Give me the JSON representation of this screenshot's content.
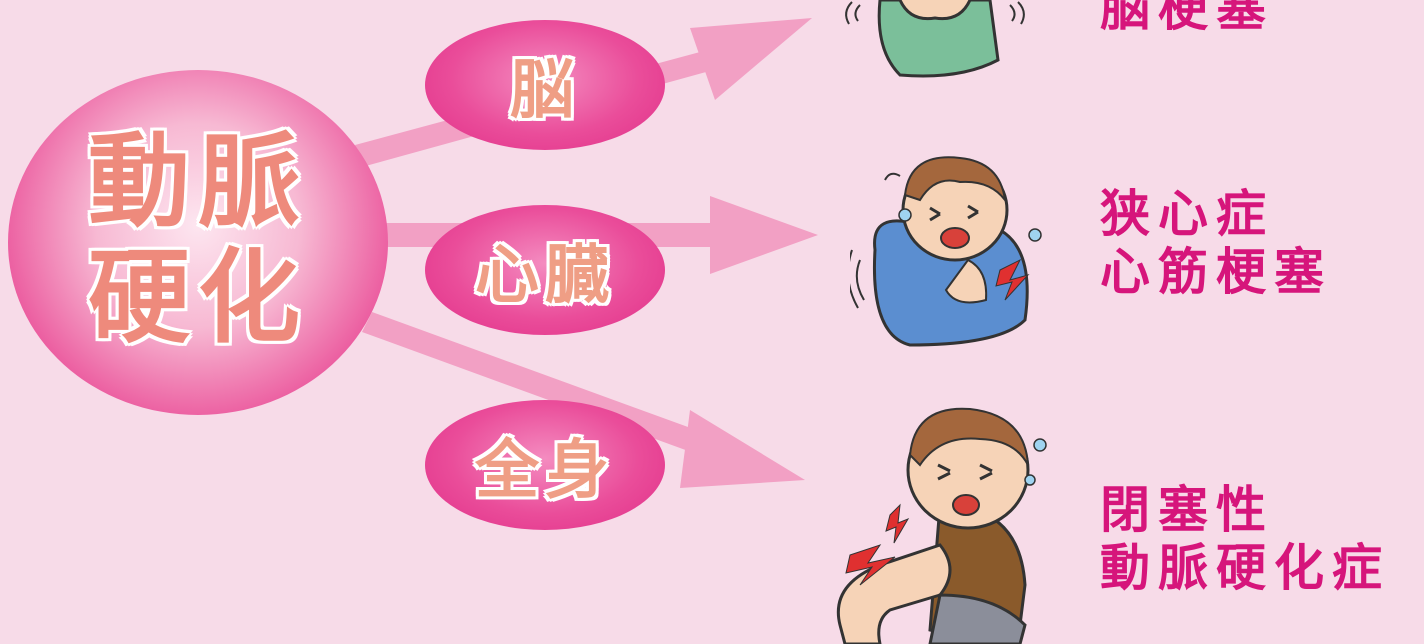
{
  "center": {
    "line1": "動脈",
    "line2": "硬化"
  },
  "organs": [
    {
      "label": "脳"
    },
    {
      "label": "心臓"
    },
    {
      "label": "全身"
    }
  ],
  "diseases": [
    {
      "line1": "脳梗塞"
    },
    {
      "line1": "狭心症",
      "line2": "心筋梗塞"
    },
    {
      "line1": "閉塞性",
      "line2": "動脈硬化症"
    }
  ],
  "colors": {
    "background": "#f7dbe8",
    "arrow": "#f2a0c4",
    "accent": "#d6157b",
    "label_fill": "#ef9e85"
  },
  "icons": [
    "man-holding-head-icon",
    "man-clutching-chest-icon",
    "man-holding-leg-icon"
  ]
}
